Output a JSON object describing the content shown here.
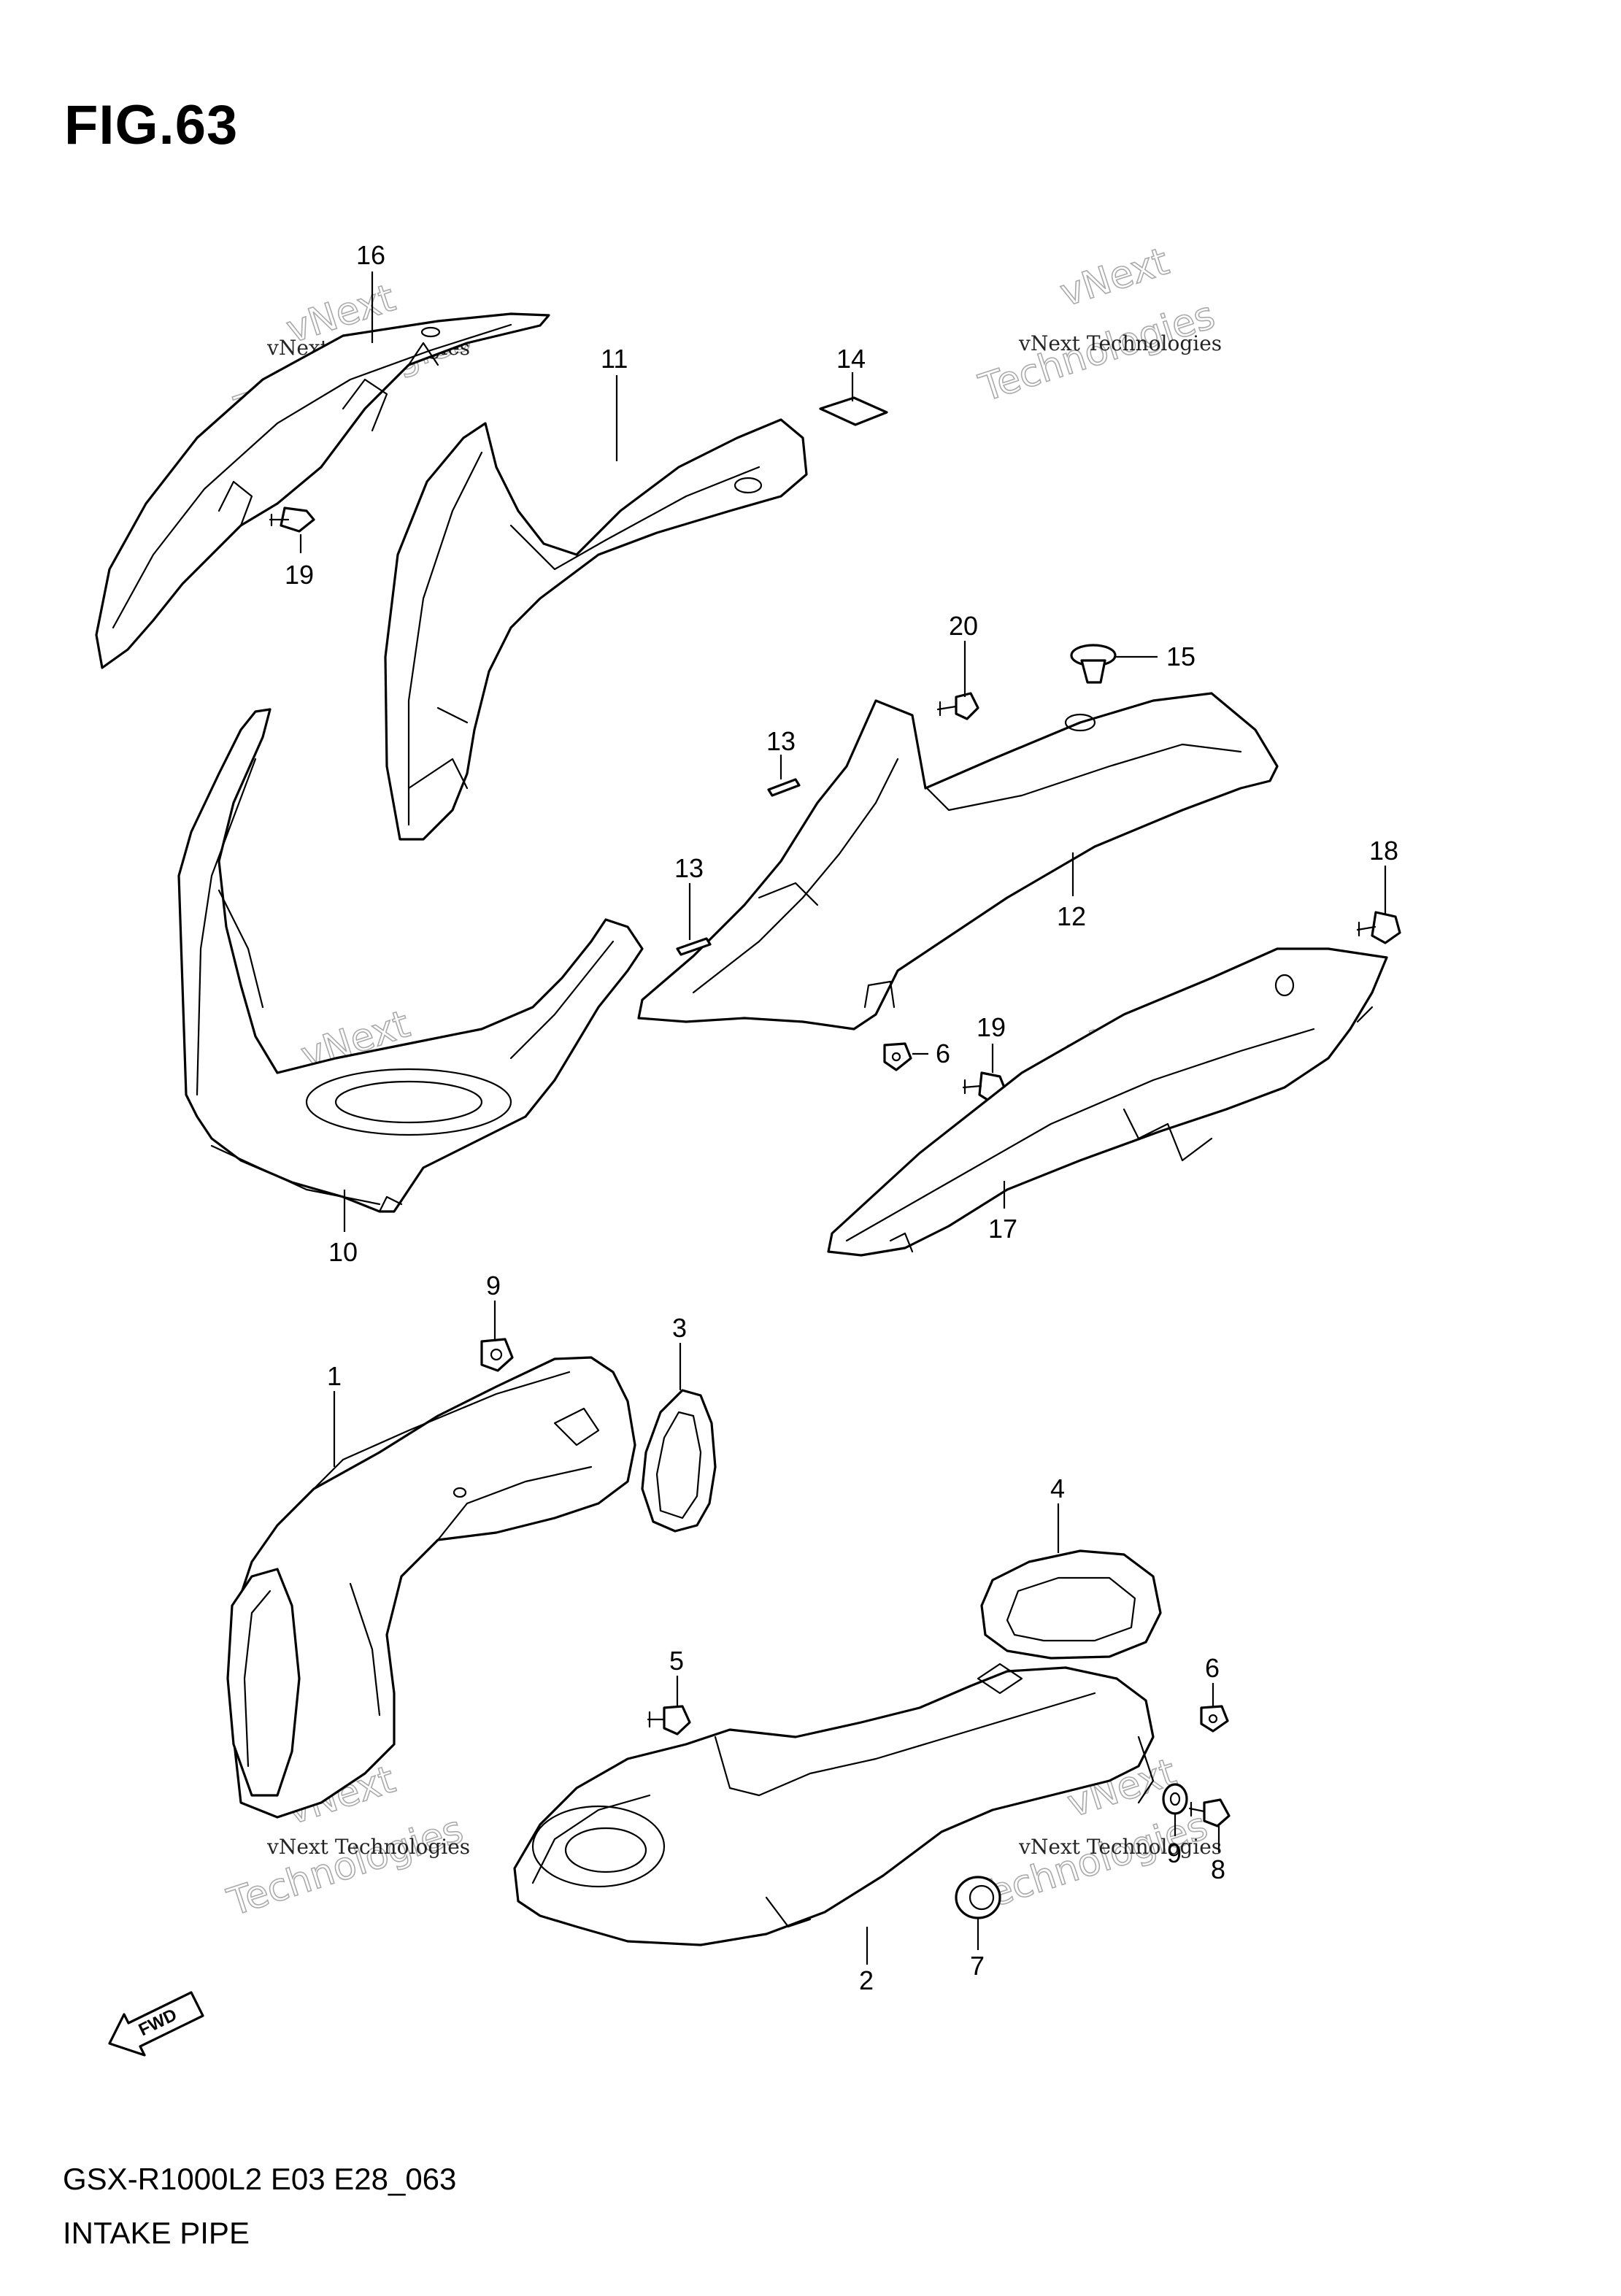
{
  "figure": {
    "title": "FIG.63",
    "model_code": "GSX-R1000L2 E03 E28_063",
    "section_name": "INTAKE PIPE"
  },
  "direction_marker": {
    "label": "FWD"
  },
  "watermark": {
    "small_text": "vNext Technologies",
    "large_line1": "vNext",
    "large_line2": "Technologies"
  },
  "callouts": [
    {
      "id": "c16",
      "label": "16"
    },
    {
      "id": "c11",
      "label": "11"
    },
    {
      "id": "c14",
      "label": "14"
    },
    {
      "id": "c19a",
      "label": "19"
    },
    {
      "id": "c20",
      "label": "20"
    },
    {
      "id": "c15",
      "label": "15"
    },
    {
      "id": "c13a",
      "label": "13"
    },
    {
      "id": "c13b",
      "label": "13"
    },
    {
      "id": "c12",
      "label": "12"
    },
    {
      "id": "c18",
      "label": "18"
    },
    {
      "id": "c6a",
      "label": "6"
    },
    {
      "id": "c19b",
      "label": "19"
    },
    {
      "id": "c10",
      "label": "10"
    },
    {
      "id": "c17",
      "label": "17"
    },
    {
      "id": "c9",
      "label": "9"
    },
    {
      "id": "c3",
      "label": "3"
    },
    {
      "id": "c1",
      "label": "1"
    },
    {
      "id": "c4",
      "label": "4"
    },
    {
      "id": "c5",
      "label": "5"
    },
    {
      "id": "c6b",
      "label": "6"
    },
    {
      "id": "c9b",
      "label": "9"
    },
    {
      "id": "c8",
      "label": "8"
    },
    {
      "id": "c7",
      "label": "7"
    },
    {
      "id": "c2",
      "label": "2"
    }
  ]
}
